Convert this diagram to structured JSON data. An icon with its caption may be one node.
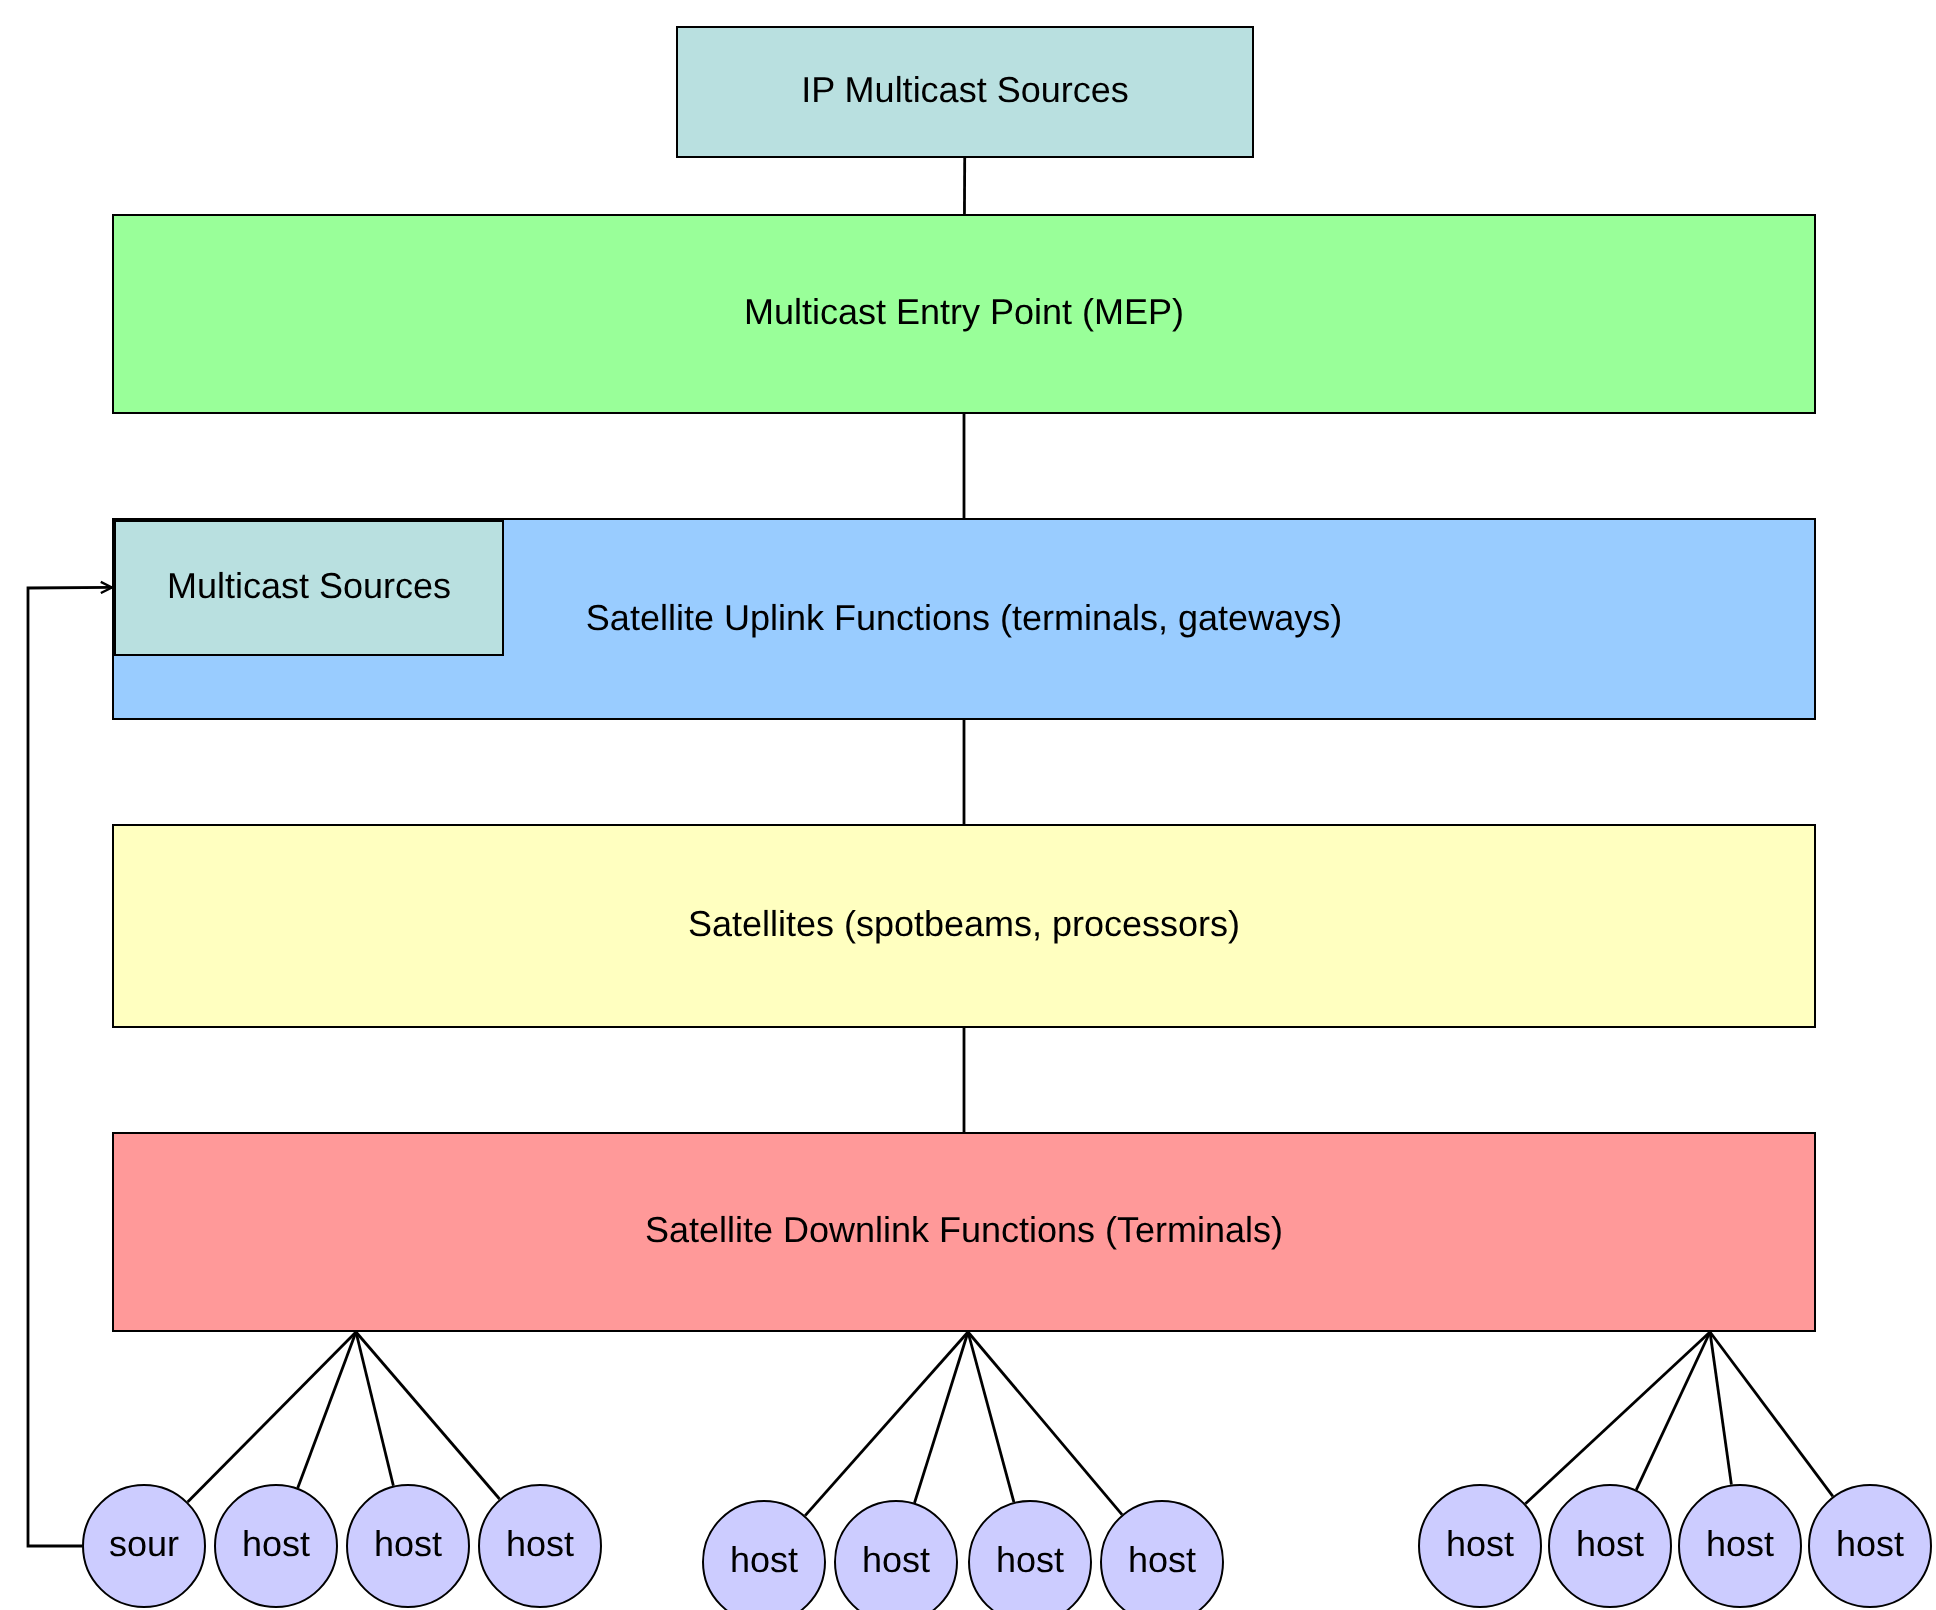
{
  "diagram": {
    "nodes": [
      {
        "text": [
          "IP Multicast Sources"
        ]
      },
      {
        "text": [
          "Multicast Entry Point (MEP)"
        ]
      },
      {
        "text": [
          "Satellite Uplink Functions (terminals, gateways)"
        ]
      },
      {
        "text": [
          "Multicast Sources"
        ],
        "in": 2
      },
      {
        "text": [
          "Satellites (spotbeams, processors)"
        ]
      },
      {
        "text": [
          "Satellite Downlink Functions (Terminals)"
        ]
      },
      {
        "text": [
          "sour"
        ]
      },
      {
        "text": [
          "host"
        ]
      },
      {
        "text": [
          "host"
        ]
      },
      {
        "text": [
          "host"
        ]
      },
      {
        "text": [
          "host"
        ]
      },
      {
        "text": [
          "host"
        ]
      },
      {
        "text": [
          "host"
        ]
      },
      {
        "text": [
          "host"
        ]
      },
      {
        "text": [
          "host"
        ]
      },
      {
        "text": [
          "host"
        ]
      },
      {
        "text": [
          "host"
        ]
      },
      {
        "text": [
          "host"
        ]
      }
    ],
    "edges": [
      {
        "from": 0,
        "to": 1,
        "arrow": "none"
      },
      {
        "from": 1,
        "to": 2,
        "arrow": "none"
      },
      {
        "from": 2,
        "to": 4,
        "arrow": "none"
      },
      {
        "from": 4,
        "to": 5,
        "arrow": "none"
      },
      {
        "from": 5,
        "to": 6,
        "arrow": "none"
      },
      {
        "from": 5,
        "to": 7,
        "arrow": "none"
      },
      {
        "from": 5,
        "to": 8,
        "arrow": "none"
      },
      {
        "from": 5,
        "to": 9,
        "arrow": "none"
      },
      {
        "from": 5,
        "to": 10,
        "arrow": "none"
      },
      {
        "from": 5,
        "to": 11,
        "arrow": "none"
      },
      {
        "from": 5,
        "to": 12,
        "arrow": "none"
      },
      {
        "from": 5,
        "to": 13,
        "arrow": "none"
      },
      {
        "from": 5,
        "to": 14,
        "arrow": "none"
      },
      {
        "from": 5,
        "to": 15,
        "arrow": "none"
      },
      {
        "from": 5,
        "to": 16,
        "arrow": "none"
      },
      {
        "from": 5,
        "to": 17,
        "arrow": "none"
      },
      {
        "from": 6,
        "to": 3,
        "arrow": "to"
      }
    ]
  }
}
